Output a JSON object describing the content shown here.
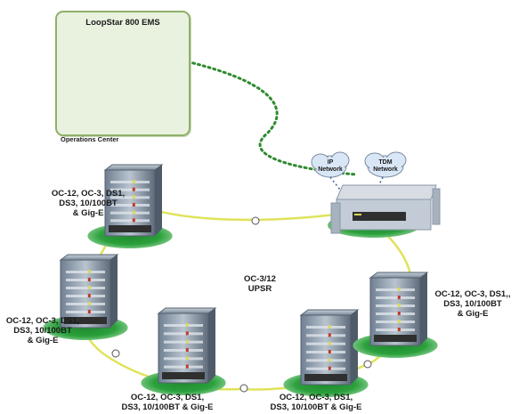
{
  "ems_title": "LoopStar 800 EMS",
  "operations_center": "Operations Center",
  "clouds": {
    "ip": "IP\nNetwork",
    "tdm": "TDM\nNetwork"
  },
  "ring_label": "OC-3/12\nUPSR",
  "nodes": {
    "top": "OC-12, OC-3, DS1,\nDS3, 10/100BT\n& Gig-E",
    "left": "OC-12, OC-3, DS1,\nDS3, 10/100BT\n& Gig-E",
    "bottom_left": "OC-12, OC-3, DS1,\nDS3, 10/100BT & Gig-E",
    "bottom_right": "OC-12, OC-3, DS1,\nDS3, 10/100BT & Gig-E",
    "right": "OC-12, OC-3, DS1,,\nDS3, 10/100BT\n& Gig-E"
  },
  "colors": {
    "ring": "#e0e35a",
    "dotted_link": "#2f8a2f",
    "base_green": "#2a9a3a",
    "ops_box_bg": "#e9f2df",
    "cloud": "#d9e6f5"
  }
}
